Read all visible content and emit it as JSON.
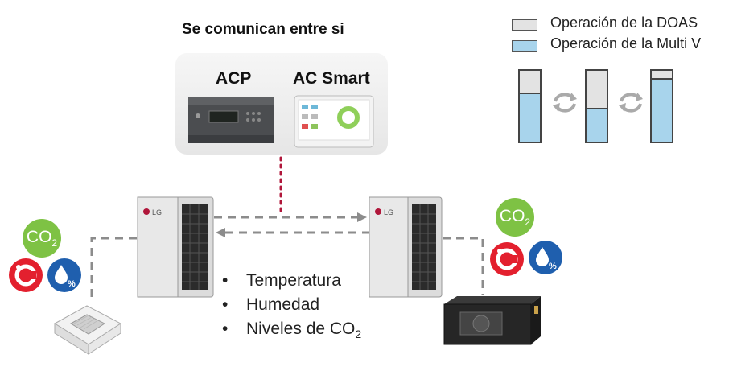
{
  "title": "Se comunican entre si",
  "controllers": {
    "acp_label": "ACP",
    "acsmart_label": "AC Smart"
  },
  "legend": [
    {
      "label": "Operación de la DOAS",
      "color": "#e3e3e3"
    },
    {
      "label": "Operación de la Multi V",
      "color": "#a8d4ec"
    }
  ],
  "bars": [
    {
      "doas_fraction": 0.33
    },
    {
      "doas_fraction": 0.55
    },
    {
      "doas_fraction": 0.12
    }
  ],
  "shared_info": {
    "items": [
      "Temperatura",
      "Humedad",
      "Niveles de CO"
    ],
    "co2_subscript": "2"
  },
  "badges": {
    "co2_text": "CO",
    "co2_sub": "2"
  },
  "outdoor_unit_brand": "LG",
  "colors": {
    "co2_badge": "#7ec244",
    "temperature_badge": "#e3202e",
    "humidity_badge": "#1f5fae",
    "connector_dash": "#8c8c8c",
    "controller_link": "#b0163a"
  }
}
